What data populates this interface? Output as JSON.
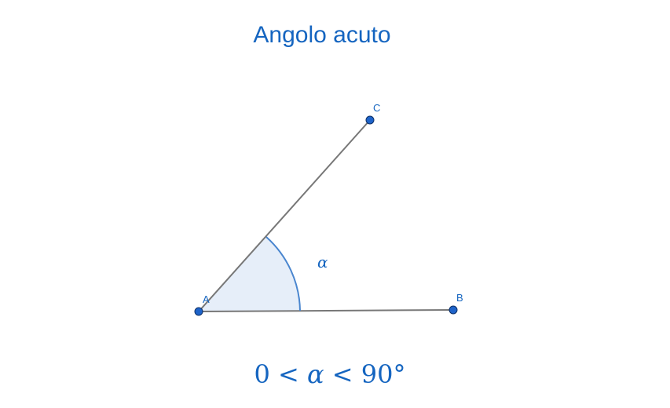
{
  "title": "Angolo acuto",
  "formula": {
    "left": "0",
    "lt1": "<",
    "symbol": "α",
    "lt2": "<",
    "right": "90°"
  },
  "points": {
    "A": "A",
    "B": "B",
    "C": "C"
  },
  "angle": {
    "label": "α"
  },
  "colors": {
    "accent": "#1565c0",
    "point_fill": "#1e63c9",
    "segment": "#777777",
    "arc": "#4a86cf",
    "sector_fill": "#e6eef9"
  }
}
